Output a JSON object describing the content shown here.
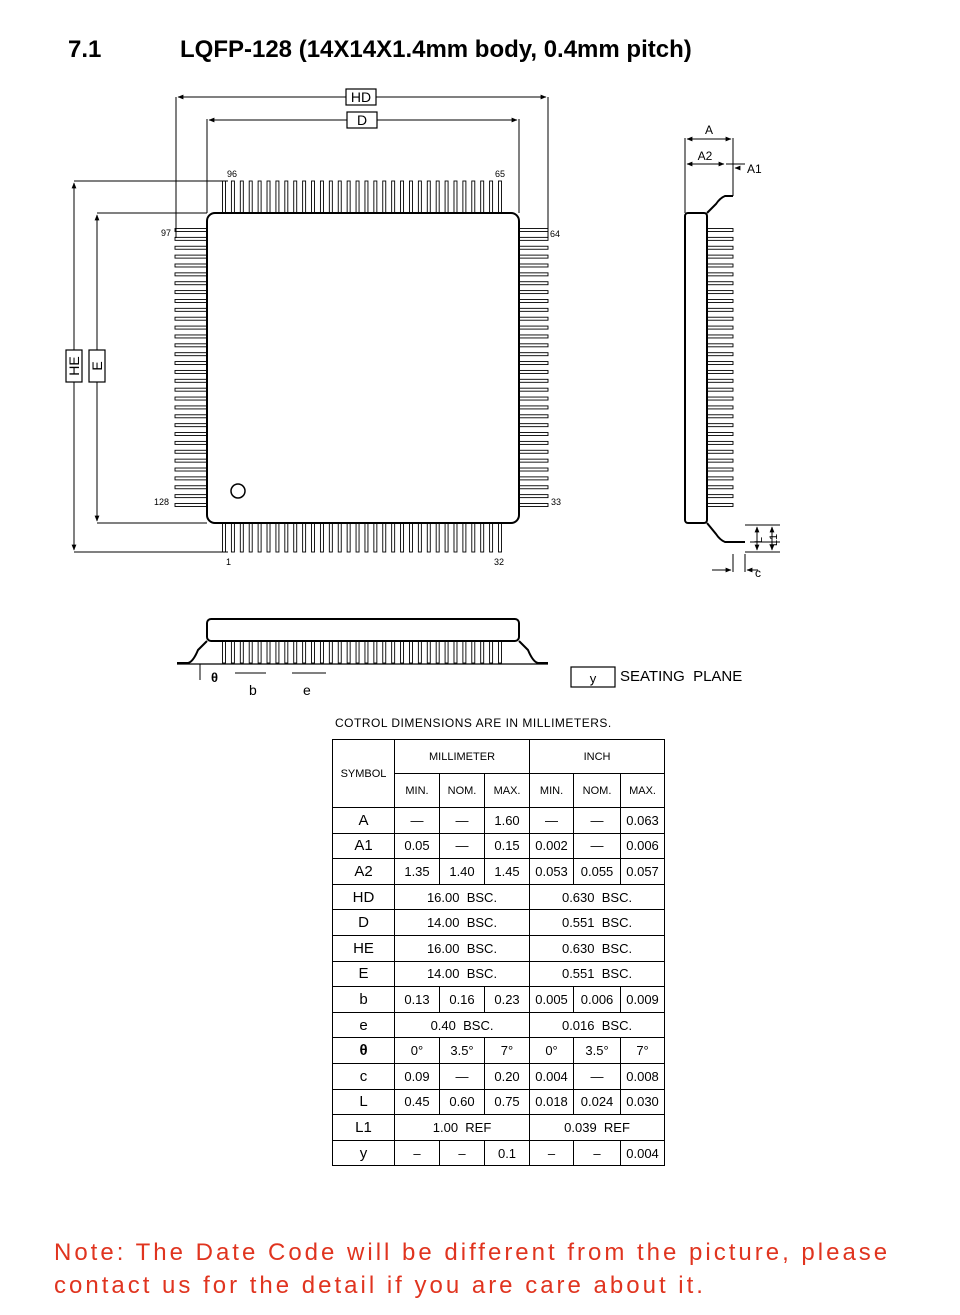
{
  "header": {
    "section_number": "7.1",
    "title": "LQFP-128 (14X14X1.4mm body, 0.4mm pitch)"
  },
  "top_view": {
    "dim_hd": "HD",
    "dim_d": "D",
    "dim_he": "HE",
    "dim_e": "E",
    "pin_96": "96",
    "pin_65": "65",
    "pin_97": "97",
    "pin_64": "64",
    "pin_128": "128",
    "pin_33": "33",
    "pin_1": "1",
    "pin_32": "32"
  },
  "side_view": {
    "dim_a": "A",
    "dim_a2": "A2",
    "dim_a1": "A1",
    "dim_l": "L",
    "dim_l1": "L1",
    "dim_c": "c"
  },
  "front_view": {
    "theta": "θ",
    "dim_b": "b",
    "dim_e": "e",
    "y_label": "y",
    "seating_plane": "SEATING  PLANE"
  },
  "table": {
    "caption": "COTROL  DIMENSIONS  ARE  IN  MILLIMETERS.",
    "symbol_header": "SYMBOL",
    "mm_header": "MILLIMETER",
    "inch_header": "INCH",
    "sub_headers": [
      "MIN.",
      "NOM.",
      "MAX.",
      "MIN.",
      "NOM.",
      "MAX."
    ],
    "rows": [
      {
        "symbol": "A",
        "mm": [
          "—",
          "—",
          "1.60"
        ],
        "inch": [
          "—",
          "—",
          "0.063"
        ]
      },
      {
        "symbol": "A1",
        "mm": [
          "0.05",
          "—",
          "0.15"
        ],
        "inch": [
          "0.002",
          "—",
          "0.006"
        ]
      },
      {
        "symbol": "A2",
        "mm": [
          "1.35",
          "1.40",
          "1.45"
        ],
        "inch": [
          "0.053",
          "0.055",
          "0.057"
        ]
      },
      {
        "symbol": "HD",
        "mm_bsc": "16.00  BSC.",
        "inch_bsc": "0.630  BSC."
      },
      {
        "symbol": "D",
        "mm_bsc": "14.00  BSC.",
        "inch_bsc": "0.551  BSC."
      },
      {
        "symbol": "HE",
        "mm_bsc": "16.00  BSC.",
        "inch_bsc": "0.630  BSC."
      },
      {
        "symbol": "E",
        "mm_bsc": "14.00  BSC.",
        "inch_bsc": "0.551  BSC."
      },
      {
        "symbol": "b",
        "mm": [
          "0.13",
          "0.16",
          "0.23"
        ],
        "inch": [
          "0.005",
          "0.006",
          "0.009"
        ]
      },
      {
        "symbol": "e",
        "mm_bsc": "0.40  BSC.",
        "inch_bsc": "0.016  BSC."
      },
      {
        "symbol": "θ",
        "mm": [
          "0°",
          "3.5°",
          "7°"
        ],
        "inch": [
          "0°",
          "3.5°",
          "7°"
        ]
      },
      {
        "symbol": "c",
        "mm": [
          "0.09",
          "—",
          "0.20"
        ],
        "inch": [
          "0.004",
          "—",
          "0.008"
        ]
      },
      {
        "symbol": "L",
        "mm": [
          "0.45",
          "0.60",
          "0.75"
        ],
        "inch": [
          "0.018",
          "0.024",
          "0.030"
        ]
      },
      {
        "symbol": "L1",
        "mm_bsc": "1.00  REF",
        "inch_bsc": "0.039  REF"
      },
      {
        "symbol": "y",
        "mm": [
          "–",
          "–",
          "0.1"
        ],
        "inch": [
          "–",
          "–",
          "0.004"
        ]
      }
    ]
  },
  "note": {
    "text": "Note: The Date Code will be different from the picture, please contact us for the detail if you are care about it."
  }
}
